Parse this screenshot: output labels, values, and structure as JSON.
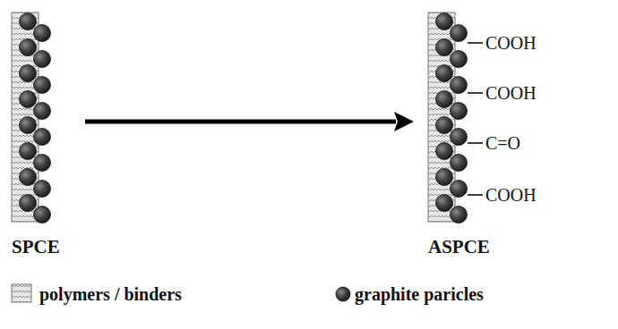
{
  "diagram": {
    "nodes": [
      {
        "text": [
          "SPCE"
        ]
      },
      {
        "text": [
          "ASPCE"
        ]
      }
    ],
    "edges": [
      {
        "from": 0,
        "to": 1,
        "arrow": "to"
      }
    ],
    "labels": [
      "COOH",
      "COOH",
      "C=O",
      "COOH"
    ],
    "legend": [
      {
        "text": "polymers / binders"
      },
      {
        "text": "graphite paricles"
      }
    ]
  }
}
